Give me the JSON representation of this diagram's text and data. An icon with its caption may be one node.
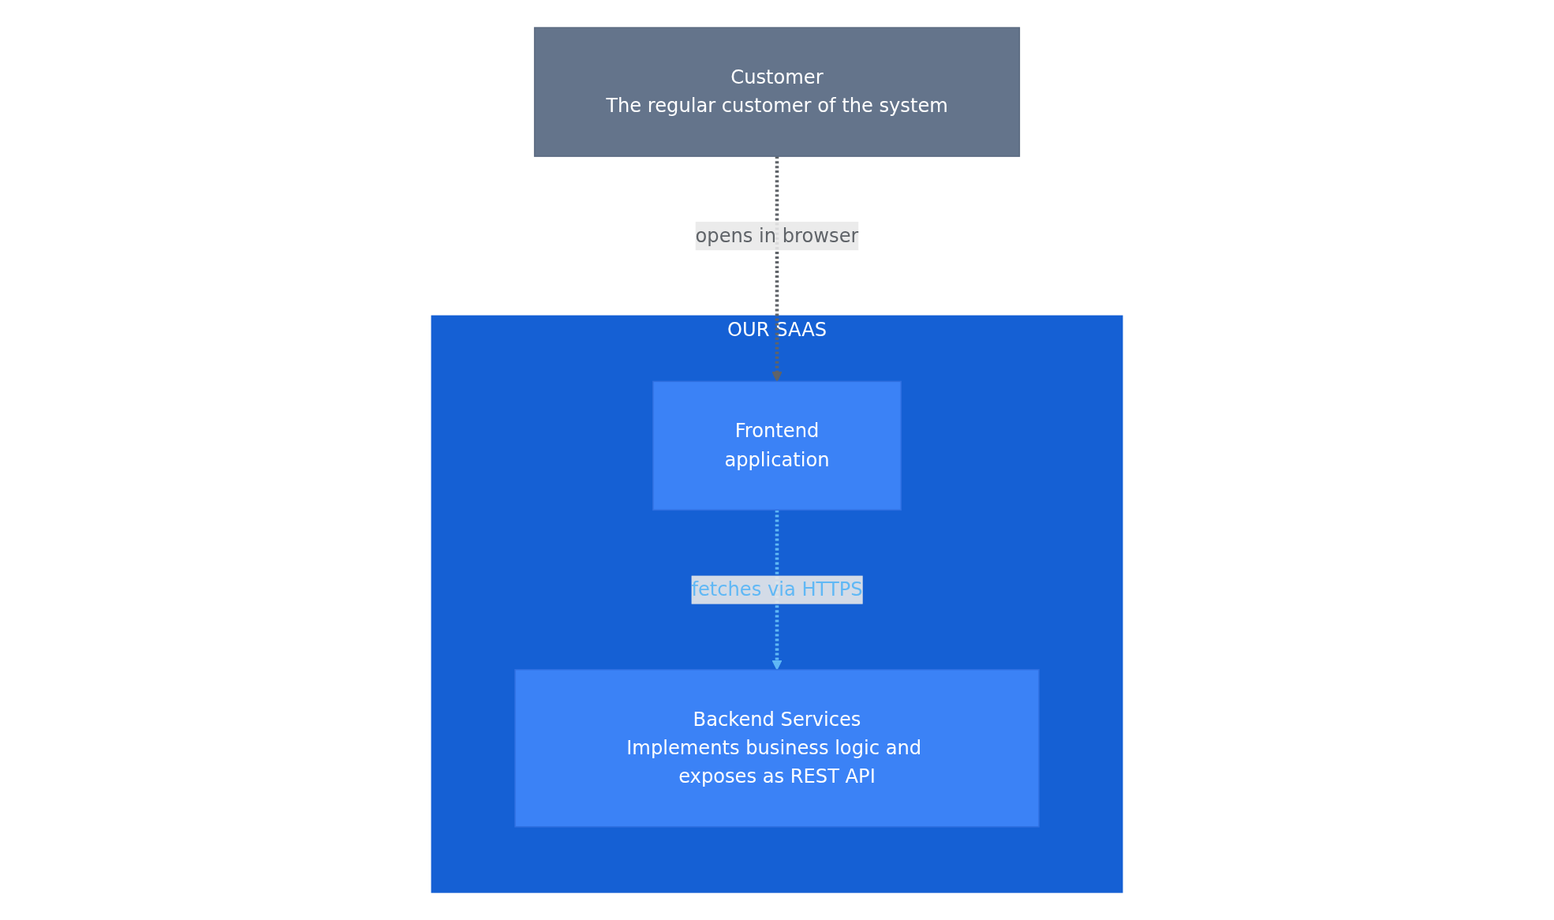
{
  "diagram": {
    "nodes": [
      {
        "text": [
          "Customer",
          "The regular customer of the system"
        ]
      },
      {
        "text": [
          "OUR SAAS"
        ]
      },
      {
        "text": [
          "Frontend",
          "application"
        ],
        "in": 1
      },
      {
        "text": [
          "Backend Services",
          "Implements business logic and exposes as REST API"
        ],
        "in": 1
      }
    ],
    "edges": [
      {
        "from": 0,
        "to": 2,
        "arrow": "to",
        "label": "opens in browser",
        "style": "dashed",
        "color": "#5f6368"
      },
      {
        "from": 2,
        "to": 3,
        "arrow": "to",
        "label": "fetches via HTTPS",
        "style": "dashed",
        "color": "#60b8f5"
      }
    ]
  }
}
